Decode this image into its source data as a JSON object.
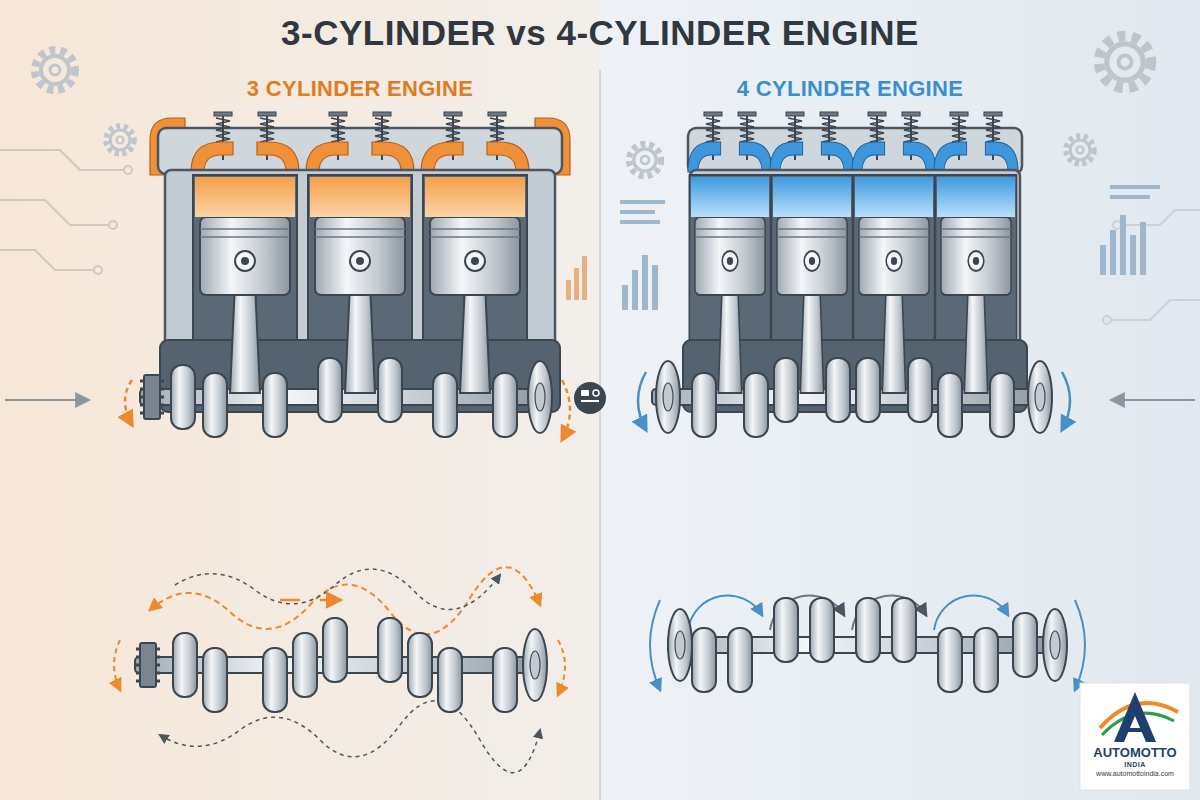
{
  "diagram": {
    "title": "3-CYLINDER vs 4-CYLINDER ENGINE",
    "nodes": [
      {
        "text": [
          "3 CYLINDER ENGINE"
        ]
      },
      {
        "text": [
          "4 CYLINDER ENGINE"
        ]
      },
      {
        "text": [
          "AUTOMOTTO",
          "INDIA",
          "www.automottoindia.com"
        ]
      }
    ]
  }
}
